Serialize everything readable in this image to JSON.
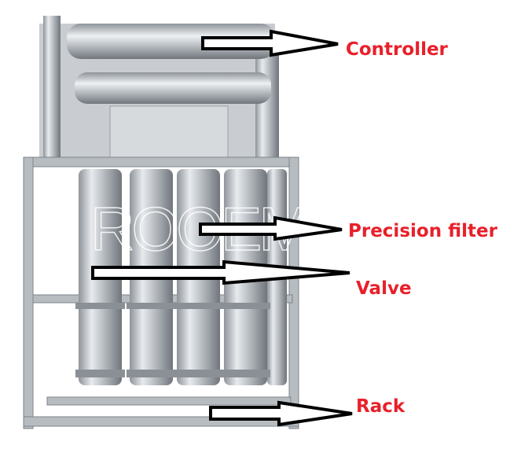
{
  "watermark": "ROOEMED",
  "label_color": "#e8202a",
  "labels": {
    "controller": "Controller",
    "precision_filter": "Precision filter",
    "valve": "Valve",
    "rack": "Rack"
  }
}
